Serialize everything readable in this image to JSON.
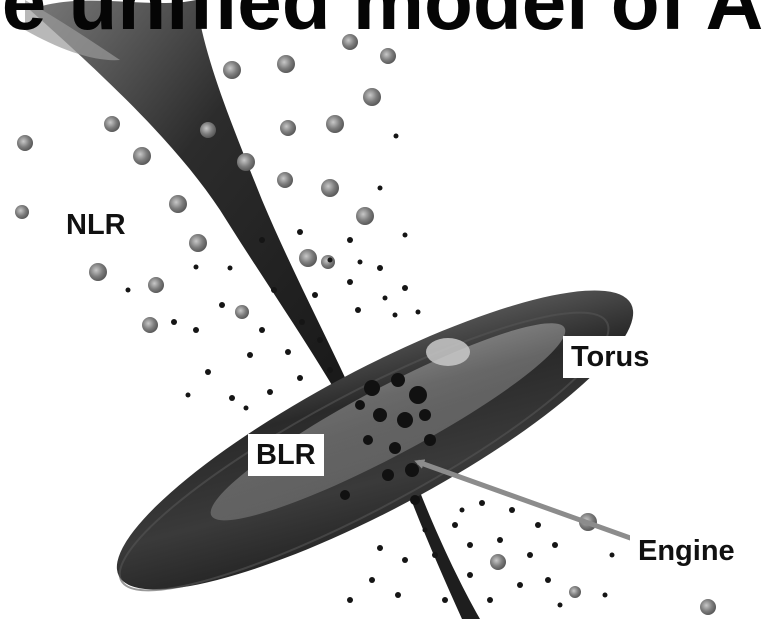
{
  "figure": {
    "title_fragment": "e unified model of A",
    "labels": {
      "nlr": "NLR",
      "torus": "Torus",
      "blr": "BLR",
      "engine": "Engine"
    },
    "colors": {
      "background": "#ffffff",
      "jet": "#3a3a3a",
      "torus_dark": "#1c1c1c",
      "torus_light": "#9a9a9a",
      "cloud": "#8a8a8a",
      "arrow": "#8c8c8c",
      "label_bg": "#ffffff",
      "text": "#111111"
    }
  }
}
